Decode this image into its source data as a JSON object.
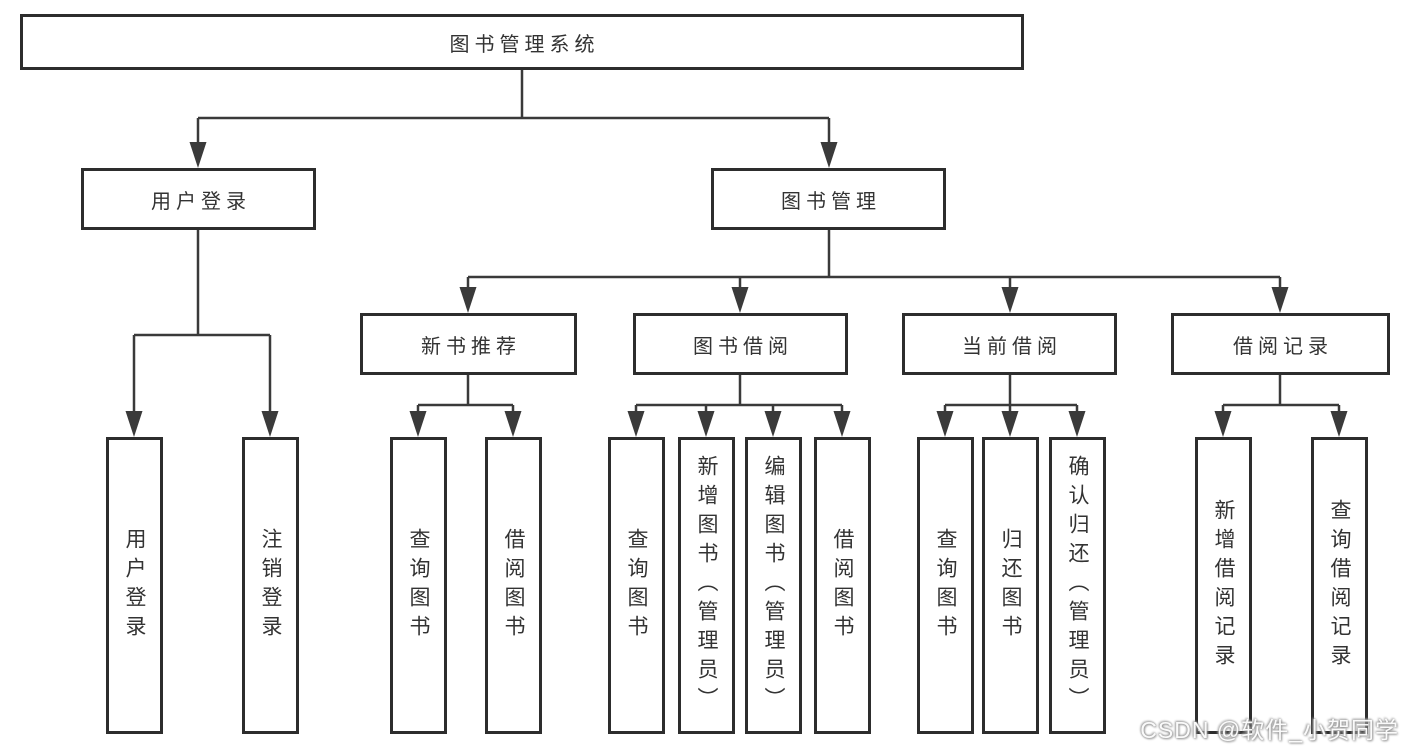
{
  "tree": {
    "root": {
      "label": "图书管理系统"
    },
    "level2": [
      {
        "label": "用户登录",
        "children": [
          "用户登录",
          "注销登录"
        ]
      },
      {
        "label": "图书管理"
      }
    ],
    "level3": [
      {
        "label": "新书推荐",
        "children": [
          "查询图书",
          "借阅图书"
        ]
      },
      {
        "label": "图书借阅",
        "children": [
          "查询图书",
          "新增图书（管理员）",
          "编辑图书（管理员）",
          "借阅图书"
        ]
      },
      {
        "label": "当前借阅",
        "children": [
          "查询图书",
          "归还图书",
          "确认归还（管理员）"
        ]
      },
      {
        "label": "借阅记录",
        "children": [
          "新增借阅记录",
          "查询借阅记录"
        ]
      }
    ]
  },
  "watermark": "CSDN @软件_小贺同学",
  "colors": {
    "line": "#3a3a3a",
    "box_border": "#2d2d2d",
    "box_fill": "#ffffff",
    "text": "#333333",
    "background": "#ffffff",
    "watermark_text": "#ffffff"
  }
}
